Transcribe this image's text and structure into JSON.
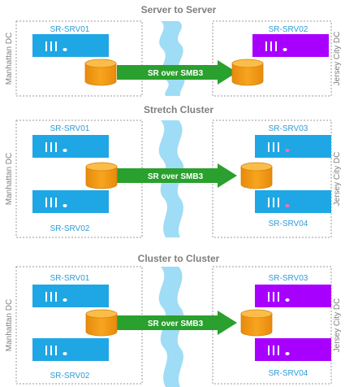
{
  "colors": {
    "server_blue": "#1ea7e4",
    "server_purple": "#a800ff",
    "disk_orange": "#f39c12",
    "disk_orange_dark": "#d9800b",
    "arrow_green": "#2aa02e",
    "river": "#9fdcf5",
    "label_blue": "#2e9bd6",
    "title_gray": "#7f7f7f",
    "frame_gray": "#9a9a9a"
  },
  "sections": [
    {
      "title": "Server to Server",
      "left_dc": "Manhattan DC",
      "right_dc": "Jersey City DC",
      "arrow_label": "SR over SMB3",
      "left_servers": [
        {
          "name": "SR-SRV01",
          "color": "blue"
        }
      ],
      "right_servers": [
        {
          "name": "SR-SRV02",
          "color": "purple"
        }
      ]
    },
    {
      "title": "Stretch Cluster",
      "left_dc": "Manhattan DC",
      "right_dc": "Jersey City DC",
      "arrow_label": "SR over SMB3",
      "left_servers": [
        {
          "name": "SR-SRV01",
          "color": "blue"
        },
        {
          "name": "SR-SRV02",
          "color": "blue"
        }
      ],
      "right_servers": [
        {
          "name": "SR-SRV03",
          "color": "blue"
        },
        {
          "name": "SR-SRV04",
          "color": "blue"
        }
      ]
    },
    {
      "title": "Cluster to Cluster",
      "left_dc": "Manhattan DC",
      "right_dc": "Jersey City DC",
      "arrow_label": "SR over SMB3",
      "left_servers": [
        {
          "name": "SR-SRV01",
          "color": "blue"
        },
        {
          "name": "SR-SRV02",
          "color": "blue"
        }
      ],
      "right_servers": [
        {
          "name": "SR-SRV03",
          "color": "purple"
        },
        {
          "name": "SR-SRV04",
          "color": "purple"
        }
      ]
    }
  ]
}
